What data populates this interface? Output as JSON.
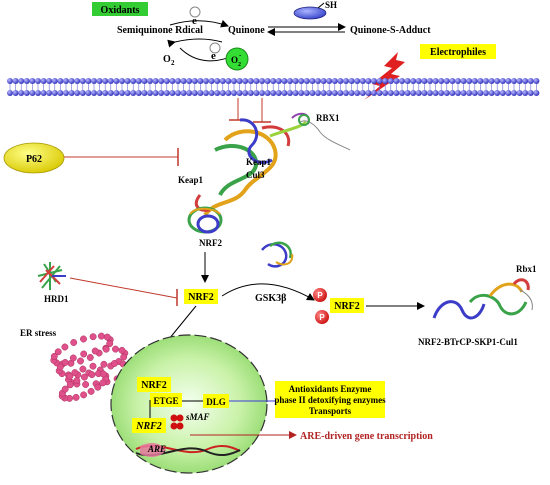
{
  "labels": {
    "oxidants": "Oxidants",
    "electron_top": "e",
    "electron_bottom": "e",
    "semiquinone": "Semiquinone Rdical",
    "quinone": "Quinone",
    "o2": "O",
    "o2_sub": "2",
    "superoxide": "O",
    "superoxide_sub": "2",
    "superoxide_sup": "-",
    "sh": "SH",
    "quinone_adduct": "Quinone-S-Adduct",
    "electrophiles": "Electrophiles",
    "rbx1_top": "RBX1",
    "p62": "P62",
    "keap1_left": "Keap1",
    "keap1_right": "Keap1",
    "cul3": "Cul3",
    "nrf2_complex": "NRF2",
    "hrd1": "HRD1",
    "nrf2_center": "NRF2",
    "gsk3b": "GSK3β",
    "p1": "P",
    "p2": "P",
    "nrf2_phos": "NRF2",
    "rbx1_right": "Rbx1",
    "btrcp_complex": "NRF2-BTrCP-SKP1-Cul1",
    "er_stress": "ER stress",
    "nrf2_nucleus": "NRF2",
    "etge": "ETGE",
    "dlg": "DLG",
    "nrf2_italic": "NRF2",
    "smaf": "sMAF",
    "are": "ARE",
    "enzymes_line1": "Antioxidants Enzyme",
    "enzymes_line2": "phase II detoxifying enzymes",
    "enzymes_line3": "Transports",
    "are_driven": "ARE-driven gene transcription"
  },
  "colors": {
    "label_yellow": "#ffff00",
    "oxidant_green": "#33cc33",
    "membrane_blue": "#3b3bd6",
    "inhibit_red": "#c0392b",
    "are_text_red": "#b22222",
    "nucleus_green": "#c8f5a0",
    "er_pink": "#e0508a"
  }
}
